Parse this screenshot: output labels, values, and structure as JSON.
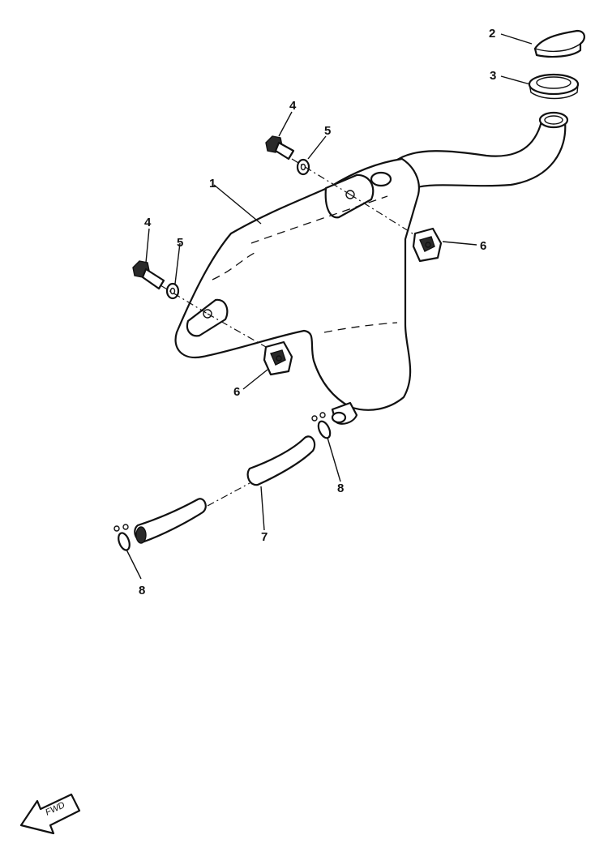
{
  "callouts": {
    "tank": "1",
    "cap": "2",
    "cap_gasket": "3",
    "bolt_upper": "4",
    "bolt_left": "4",
    "washer_upper": "5",
    "washer_left": "5",
    "grommet_right": "6",
    "grommet_lower": "6",
    "hose": "7",
    "clip_right": "8",
    "clip_left": "8"
  },
  "fwd_label": "FWD",
  "colors": {
    "ink": "#111111",
    "paper": "#ffffff"
  }
}
